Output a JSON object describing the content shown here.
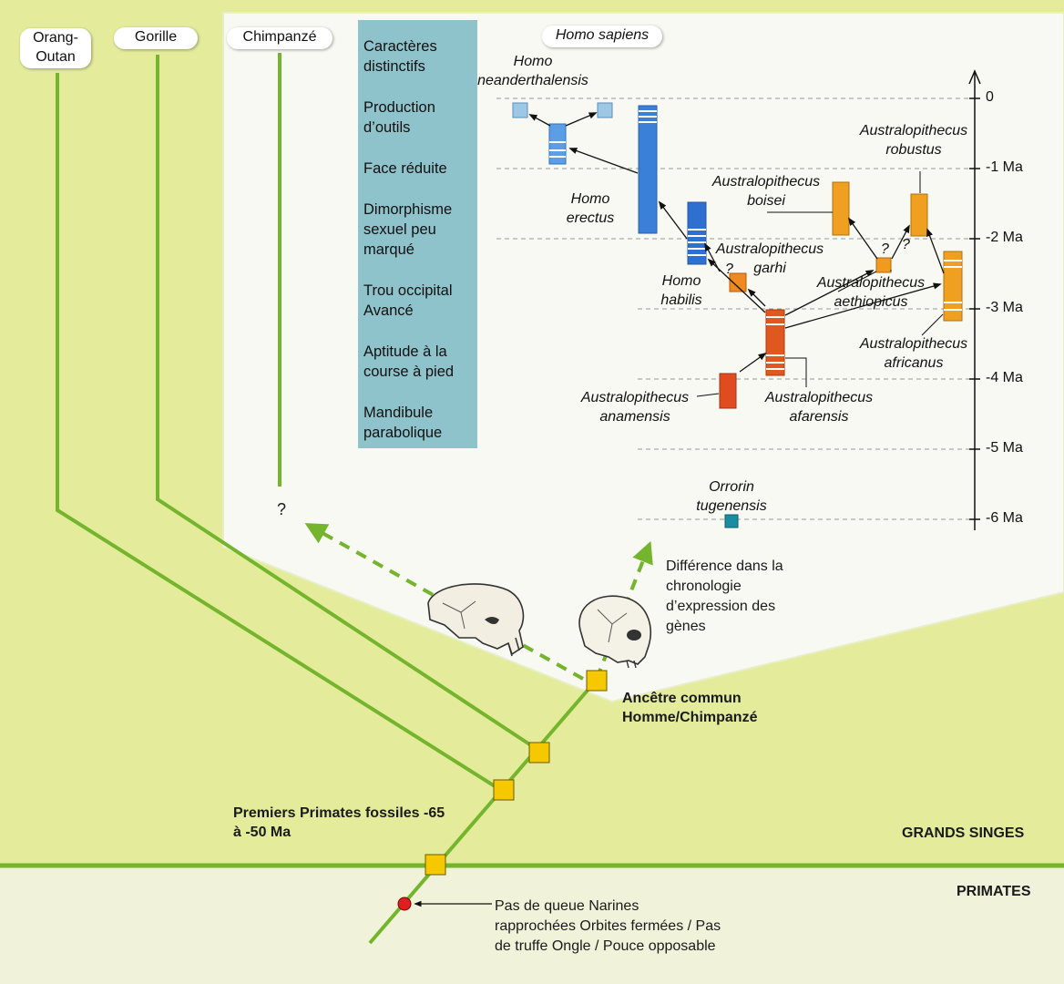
{
  "branches": {
    "orang_line1": "Orang-",
    "orang_line2": "Outan",
    "gorille": "Gorille",
    "chimpanze": "Chimpanzé"
  },
  "traits": [
    "Caractères distinctifs",
    "Production d’outils",
    "Face réduite",
    "Dimorphisme sexuel peu marqué",
    "Trou occipital Avancé",
    "Aptitude à la course à pied",
    "Mandibule parabolique"
  ],
  "species": {
    "homo_sapiens": "Homo sapiens",
    "neanderthalensis": "Homo neanderthalensis",
    "erectus": "Homo erectus",
    "habilis": "Homo habilis",
    "garhi": "Australopithecus garhi",
    "boisei": "Australopithecus boisei",
    "robustus": "Australopithecus robustus",
    "aethiopicus": "Australopithecus aethiopicus",
    "africanus": "Australopithecus africanus",
    "afarensis": "Australopithecus afarensis",
    "anamensis": "Australopithecus anamensis",
    "orrorin": "Orrorin tugenensis"
  },
  "time_axis": {
    "unit": "Ma",
    "ticks": [
      "0",
      "-1 Ma",
      "-2 Ma",
      "-3 Ma",
      "-4 Ma",
      "-5 Ma",
      "-6 Ma"
    ]
  },
  "question_mark": "?",
  "annotations": {
    "diff_chrono": "Différence dans la chronologie d’expression des gènes",
    "ancetre": "Ancêtre commun Homme/Chimpanzé",
    "premiers": "Premiers Primates fossiles -65 à -50 Ma",
    "primate_traits": "Pas de queue Narines rapprochées Orbites fermées / Pas de truffe Ongle / Pouce opposable"
  },
  "group_labels": {
    "grands_singes": "GRANDS SINGES",
    "primates": "PRIMATES"
  },
  "colors": {
    "tree_green": "#74b52d",
    "yellow_bg": "#e4ec9c",
    "trait_panel": "#8ec3cc",
    "homo_blue": "#3a80d8",
    "austral_orange": "#f0a020",
    "afarensis_red": "#e05020",
    "node_yellow": "#f5c800"
  }
}
